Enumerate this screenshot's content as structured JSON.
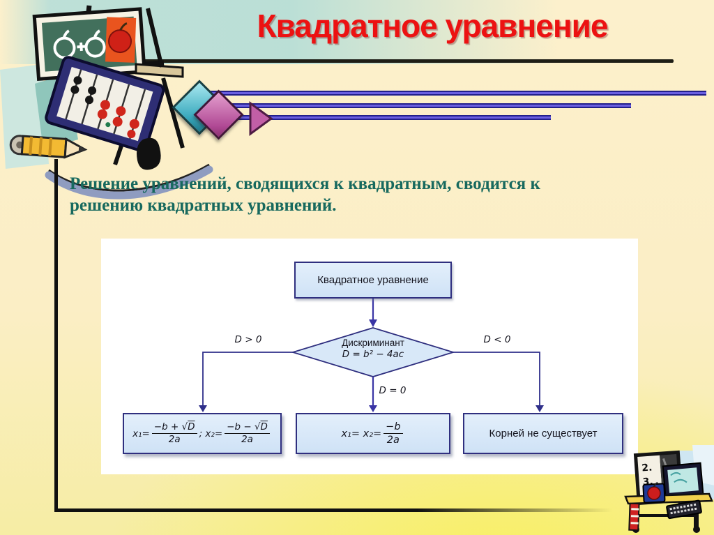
{
  "slide": {
    "title": "Квадратное уравнение",
    "intro_lines": [
      "Решение уравнений, сводящихся к квадратным, сводится к",
      "решению квадратных уравнений."
    ]
  },
  "flowchart": {
    "start": "Квадратное уравнение",
    "decision_title": "Дискриминант",
    "decision_formula": "D = b² − 4ac",
    "label_left": "D > 0",
    "label_middle": "D = 0",
    "label_right": "D < 0",
    "two_roots": {
      "lead": "x₁=",
      "f1_pre": "−b + √",
      "f1_rad": "D",
      "f1_den": "2a",
      "mid": "; x₂=",
      "f2_pre": "−b − √",
      "f2_rad": "D",
      "f2_den": "2a"
    },
    "one_root": {
      "lead": "x₁= x₂=",
      "num": "−b",
      "den": "2a"
    },
    "no_roots": "Корней не существует"
  },
  "clipart": {
    "top_left": "chalkboard-abacus-pencil",
    "bottom_right": "computer-desk",
    "notebook_items": [
      "2.",
      "3."
    ]
  },
  "colors": {
    "title": "#ec1212",
    "intro": "#17695e",
    "box_fill": "#d8e8f8",
    "box_border": "#2f2f7f",
    "arrow": "#3a35a5",
    "stripe": "#4a3cc8"
  }
}
